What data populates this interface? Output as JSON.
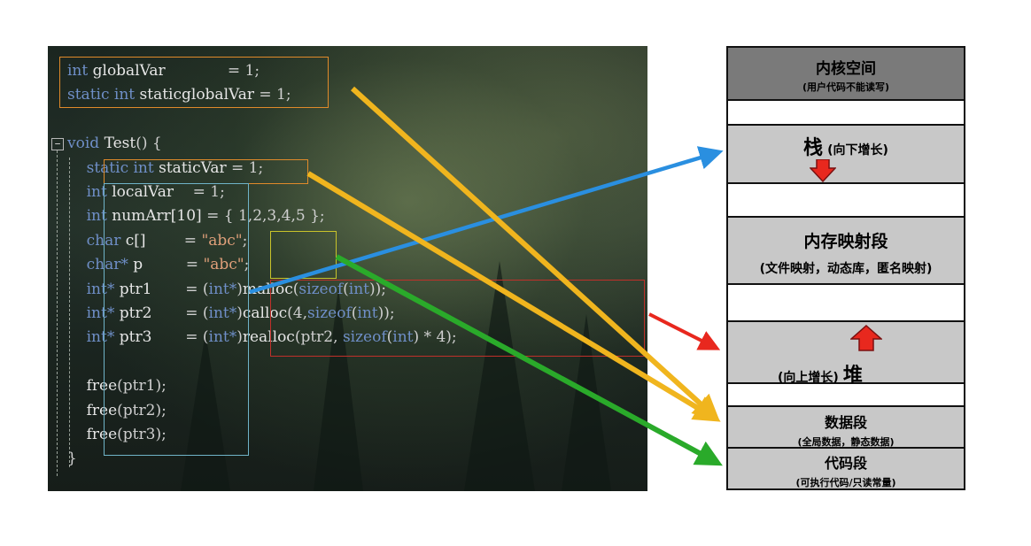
{
  "code": {
    "lines": [
      {
        "tokens": [
          [
            "kw",
            "int"
          ],
          [
            "id",
            " globalVar"
          ],
          [
            "op",
            "             = 1;"
          ]
        ]
      },
      {
        "tokens": [
          [
            "kw",
            "static int"
          ],
          [
            "id",
            " staticglobalVar"
          ],
          [
            "op",
            " = 1;"
          ]
        ]
      },
      {
        "tokens": []
      },
      {
        "tokens": [
          [
            "kw",
            "void"
          ],
          [
            "fn",
            " Test"
          ],
          [
            "op",
            "() {"
          ]
        ]
      },
      {
        "tokens": [
          [
            "kw",
            "    static int"
          ],
          [
            "id",
            " staticVar"
          ],
          [
            "op",
            " = 1;"
          ]
        ]
      },
      {
        "tokens": [
          [
            "kw",
            "    int"
          ],
          [
            "id",
            " localVar"
          ],
          [
            "op",
            "    = 1;"
          ]
        ]
      },
      {
        "tokens": [
          [
            "kw",
            "    int"
          ],
          [
            "id",
            " numArr[10]"
          ],
          [
            "op",
            " = { 1,2,3,4,5 };"
          ]
        ]
      },
      {
        "tokens": [
          [
            "kw",
            "    char"
          ],
          [
            "id",
            " c[]"
          ],
          [
            "op",
            "        = "
          ],
          [
            "str",
            "\"abc\""
          ],
          [
            "op",
            ";"
          ]
        ]
      },
      {
        "tokens": [
          [
            "kw",
            "    char*"
          ],
          [
            "id",
            " p"
          ],
          [
            "op",
            "         = "
          ],
          [
            "str",
            "\"abc\""
          ],
          [
            "op",
            ";"
          ]
        ]
      },
      {
        "tokens": [
          [
            "kw",
            "    int*"
          ],
          [
            "id",
            " ptr1"
          ],
          [
            "op",
            "       = ("
          ],
          [
            "kw",
            "int*"
          ],
          [
            "op",
            ")"
          ],
          [
            "fn",
            "malloc"
          ],
          [
            "op",
            "("
          ],
          [
            "kw",
            "sizeof"
          ],
          [
            "op",
            "("
          ],
          [
            "kw",
            "int"
          ],
          [
            "op",
            "));"
          ]
        ]
      },
      {
        "tokens": [
          [
            "kw",
            "    int*"
          ],
          [
            "id",
            " ptr2"
          ],
          [
            "op",
            "       = ("
          ],
          [
            "kw",
            "int*"
          ],
          [
            "op",
            ")"
          ],
          [
            "fn",
            "calloc"
          ],
          [
            "op",
            "(4,"
          ],
          [
            "kw",
            "sizeof"
          ],
          [
            "op",
            "("
          ],
          [
            "kw",
            "int"
          ],
          [
            "op",
            "));"
          ]
        ]
      },
      {
        "tokens": [
          [
            "kw",
            "    int*"
          ],
          [
            "id",
            " ptr3"
          ],
          [
            "op",
            "       = ("
          ],
          [
            "kw",
            "int*"
          ],
          [
            "op",
            ")"
          ],
          [
            "fn",
            "realloc"
          ],
          [
            "op",
            "(ptr2, "
          ],
          [
            "kw",
            "sizeof"
          ],
          [
            "op",
            "("
          ],
          [
            "kw",
            "int"
          ],
          [
            "op",
            ") * 4);"
          ]
        ]
      },
      {
        "tokens": []
      },
      {
        "tokens": [
          [
            "fn",
            "    free"
          ],
          [
            "op",
            "(ptr1);"
          ]
        ]
      },
      {
        "tokens": [
          [
            "fn",
            "    free"
          ],
          [
            "op",
            "(ptr2);"
          ]
        ]
      },
      {
        "tokens": [
          [
            "fn",
            "    free"
          ],
          [
            "op",
            "(ptr3);"
          ]
        ]
      },
      {
        "tokens": [
          [
            "op",
            "}"
          ]
        ]
      }
    ],
    "fold_symbol": "−"
  },
  "memory": {
    "kernel": {
      "title": "内核空间",
      "sub": "(用户代码不能读写)"
    },
    "stack": {
      "title": "栈",
      "sub": "(向下增长)"
    },
    "mmap": {
      "title": "内存映射段",
      "sub": "(文件映射，动态库，匿名映射)"
    },
    "heap": {
      "title": "堆",
      "sub": "(向上增长)"
    },
    "data": {
      "title": "数据段",
      "sub": "(全局数据，静态数据)"
    },
    "text": {
      "title": "代码段",
      "sub": "(可执行代码/只读常量)"
    }
  },
  "colors": {
    "kernel_bg": "#7a7a7a",
    "segment_bg": "#c8c8c8",
    "arrow_blue": "#2a8fe0",
    "arrow_red": "#e8281e",
    "arrow_yellow": "#f0b51e",
    "arrow_green": "#2aaa2a",
    "highlight_orange": "#e08a2a",
    "highlight_yellow": "#c9c32a",
    "highlight_red": "#c0302a",
    "highlight_cyan": "#6fb3c8"
  }
}
